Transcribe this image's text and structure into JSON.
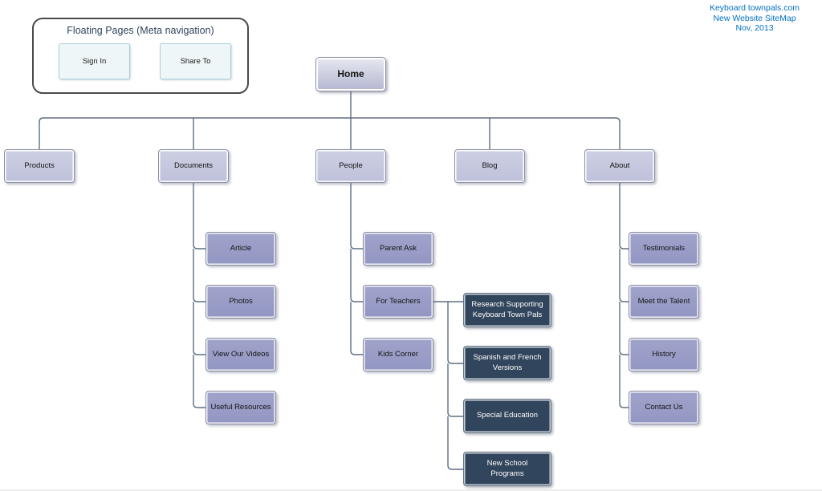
{
  "credit": {
    "lines": [
      "Keyboard townpals.com",
      "New Website SiteMap",
      "Nov, 2013"
    ]
  },
  "floating_pages": {
    "title": "Floating Pages (Meta navigation)",
    "sign_in": "Sign In",
    "share_to": "Share To"
  },
  "nodes": {
    "home": "Home",
    "products": "Products",
    "documents": "Documents",
    "people": "People",
    "blog": "Blog",
    "about": "About",
    "article": "Article",
    "photos": "Photos",
    "view_our_videos": "View Our Videos",
    "useful_resources": "Useful Resources",
    "parent_ask": "Parent Ask",
    "for_teachers": "For Teachers",
    "kids_corner": "Kids Corner",
    "research_supporting": "Research Supporting Keyboard Town Pals",
    "spanish_french": "Spanish and French Versions",
    "special_education": "Special Education",
    "new_school_programs": "New School Programs",
    "testimonials": "Testimonials",
    "meet_the_talent": "Meet the Talent",
    "history": "History",
    "contact_us": "Contact Us"
  },
  "hierarchy": {
    "home_children": [
      "Products",
      "Documents",
      "People",
      "Blog",
      "About"
    ],
    "documents_children": [
      "Article",
      "Photos",
      "View Our Videos",
      "Useful Resources"
    ],
    "people_children": [
      "Parent Ask",
      "For Teachers",
      "Kids Corner"
    ],
    "for_teachers_children": [
      "Research Supporting Keyboard Town Pals",
      "Spanish and French Versions",
      "Special Education",
      "New School Programs"
    ],
    "about_children": [
      "Testimonials",
      "Meet the Talent",
      "History",
      "Contact Us"
    ]
  },
  "colors": {
    "connector": "#5e6f80",
    "level2_fill": "#c5c7df",
    "level3_fill": "#999dc7",
    "dark_fill": "#31455c",
    "dark_text": "#ffffff",
    "credit_text": "#0070c0",
    "meta_border": "#4a4a4a",
    "meta_button_fill": "#eff6f7",
    "meta_button_border": "#a9cddd"
  }
}
